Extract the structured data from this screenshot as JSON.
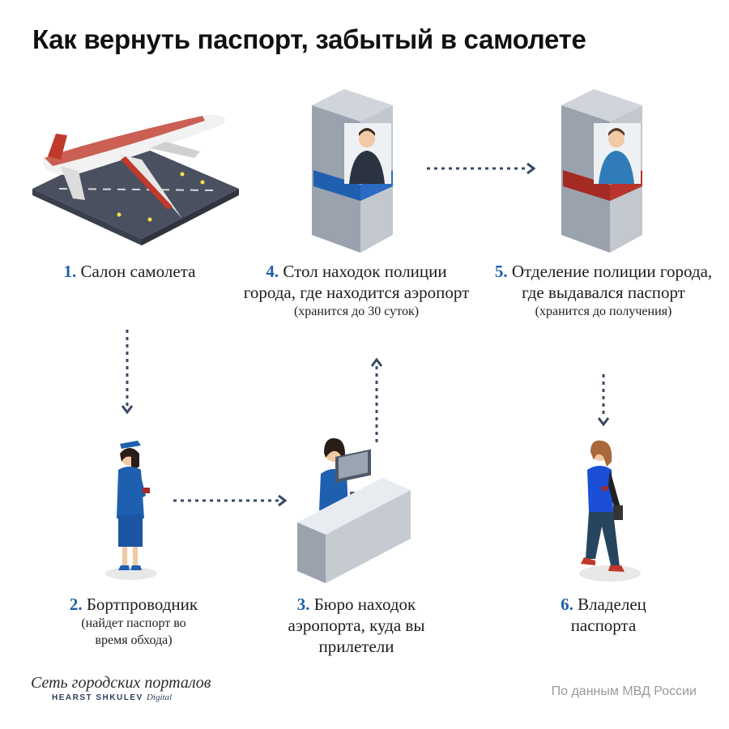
{
  "title": "Как вернуть паспорт, забытый в самолете",
  "steps": [
    {
      "num": "1.",
      "text": "Салон самолета",
      "note": ""
    },
    {
      "num": "2.",
      "text": "Бортпроводник",
      "note": "(найдет паспорт во время обхода)"
    },
    {
      "num": "3.",
      "text": "Бюро находок аэропорта, куда вы прилетели",
      "note": ""
    },
    {
      "num": "4.",
      "text": "Стол находок полиции города, где находится аэропорт",
      "note": "(хранится до 30 суток)"
    },
    {
      "num": "5.",
      "text": "Отделение полиции города, где выдавался паспорт",
      "note": "(хранится до получения)"
    },
    {
      "num": "6.",
      "text": "Владелец паспорта",
      "note": ""
    }
  ],
  "footer": {
    "logo_main": "Сеть городских порталов",
    "logo_sub": "HEARST SHKULEV",
    "logo_sub2": "Digital",
    "source": "По данным МВД России"
  },
  "colors": {
    "accent": "#1f5fa8",
    "arrow": "#3a4a66",
    "booth_blue": "#1f5fb0",
    "booth_red": "#a32b24"
  }
}
